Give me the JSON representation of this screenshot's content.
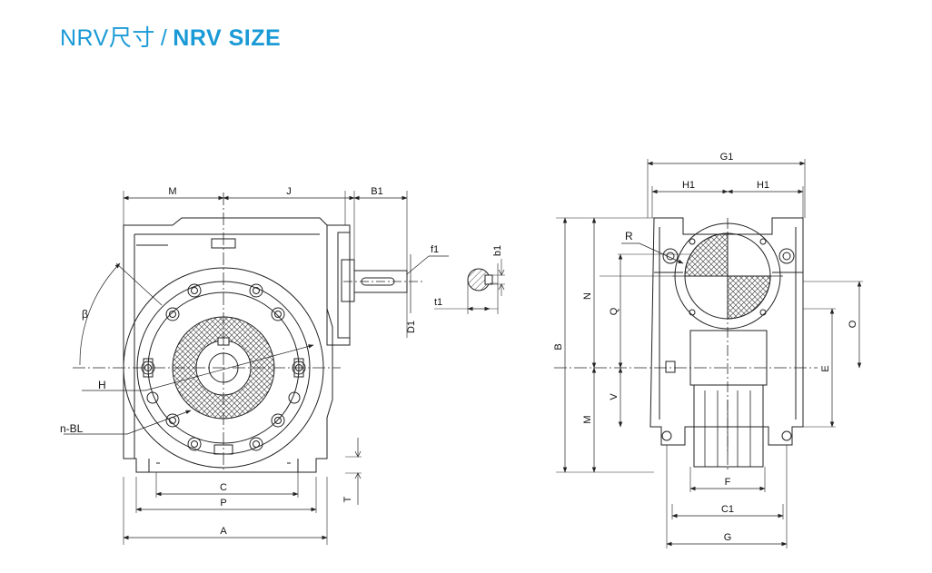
{
  "header": {
    "title_cn": "NRV尺寸",
    "separator": "/",
    "title_en": "NRV SIZE"
  },
  "colors": {
    "title": "#1a9ad6",
    "line": "#222222",
    "hatch": "#555555",
    "background": "#ffffff"
  },
  "front_view": {
    "dims": {
      "m": "M",
      "j": "J",
      "b1": "B1",
      "f1": "f1",
      "b1_key": "b1",
      "t1": "t1",
      "d1": "D1",
      "beta": "β",
      "h": "H",
      "nbl": "n-BL",
      "c": "C",
      "p": "P",
      "a": "A",
      "t": "T"
    }
  },
  "side_view": {
    "dims": {
      "g1": "G1",
      "h1_left": "H1",
      "h1_right": "H1",
      "r": "R",
      "n": "N",
      "q": "Q",
      "b": "B",
      "o": "O",
      "e": "E",
      "v": "V",
      "m": "M",
      "f": "F",
      "c1": "C1",
      "g": "G"
    }
  }
}
